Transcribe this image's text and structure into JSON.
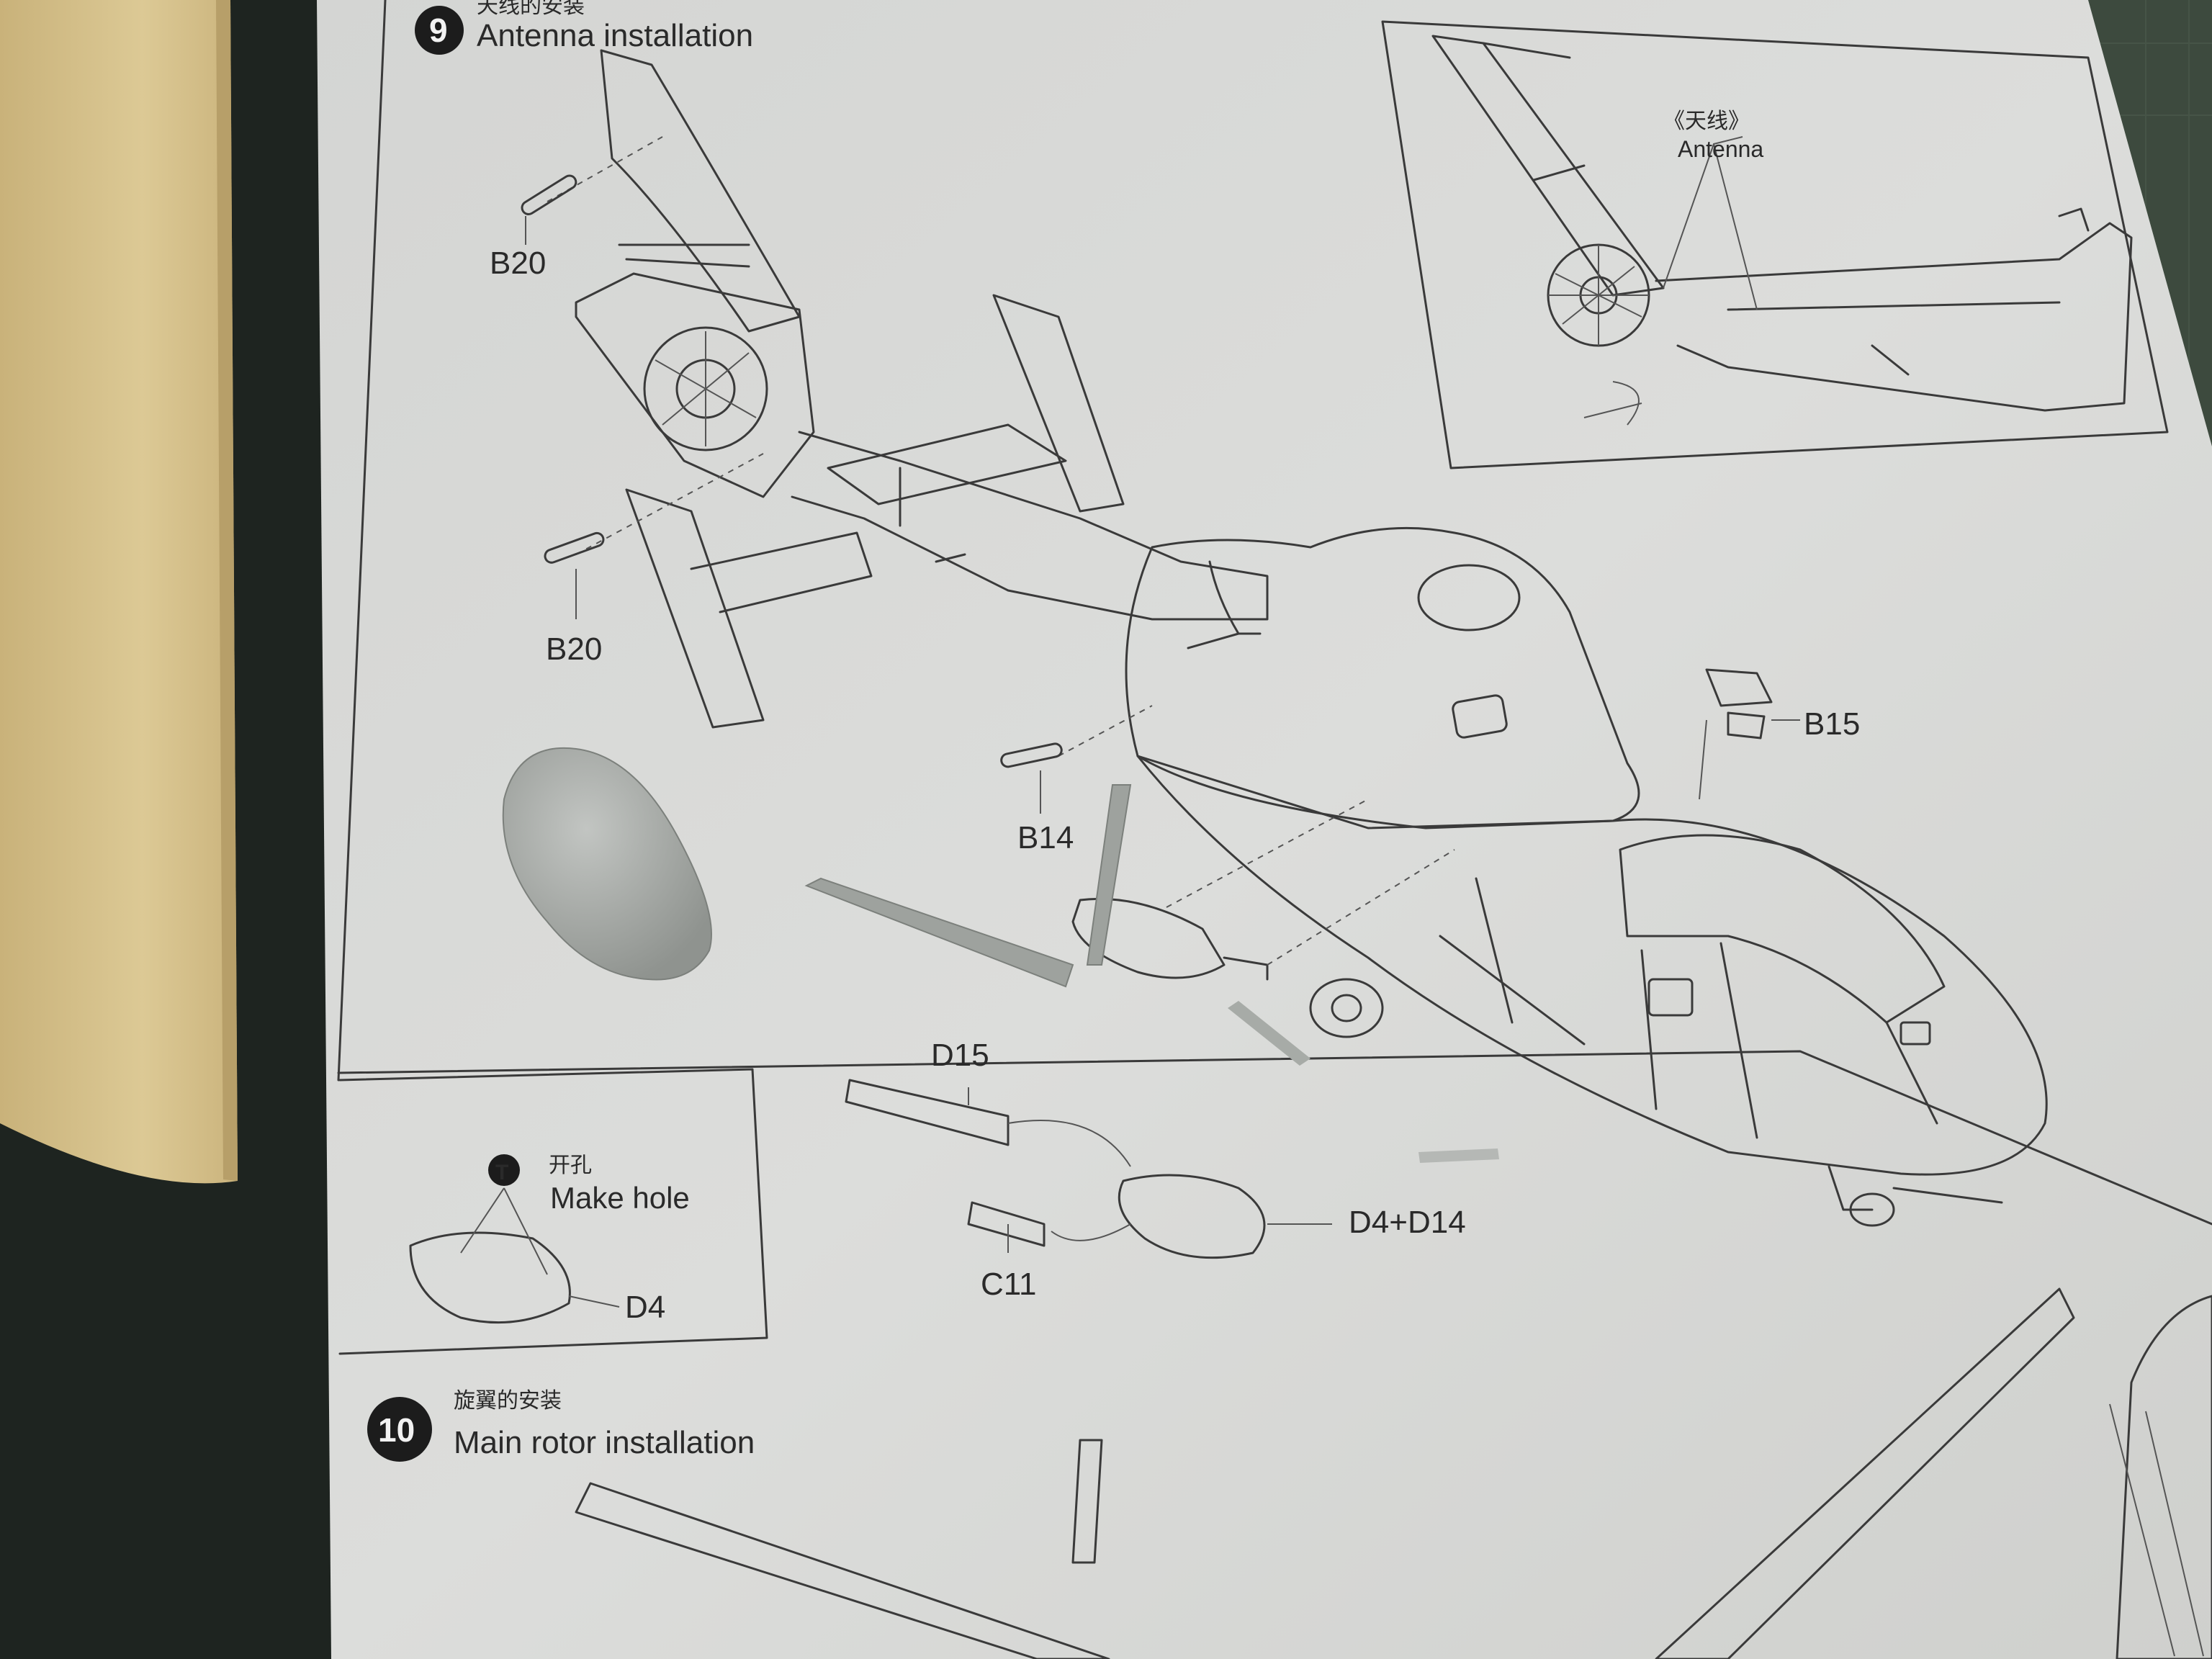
{
  "step9": {
    "number": "9",
    "title_cn": "天线的安装",
    "title_en": "Antenna installation"
  },
  "inset_top": {
    "label_cn": "《天线》",
    "label_en": "Antenna"
  },
  "part_labels": {
    "b20_upper": "B20",
    "b20_lower": "B20",
    "b14": "B14",
    "b15": "B15",
    "d15": "D15",
    "c11": "C11",
    "d4_d14": "D4+D14"
  },
  "inset_hole": {
    "icon_letter": "T",
    "label_cn": "开孔",
    "label_en": "Make hole",
    "part": "D4"
  },
  "step10": {
    "number": "10",
    "title_cn": "旋翼的安装",
    "title_en": "Main rotor installation"
  },
  "colors": {
    "paper": "#dcdcda",
    "ink": "#3a3a3a",
    "cardboard": "#d8c48e",
    "cutting_mat": "#3d4a3e",
    "plastic_part": "#a8aca8"
  }
}
